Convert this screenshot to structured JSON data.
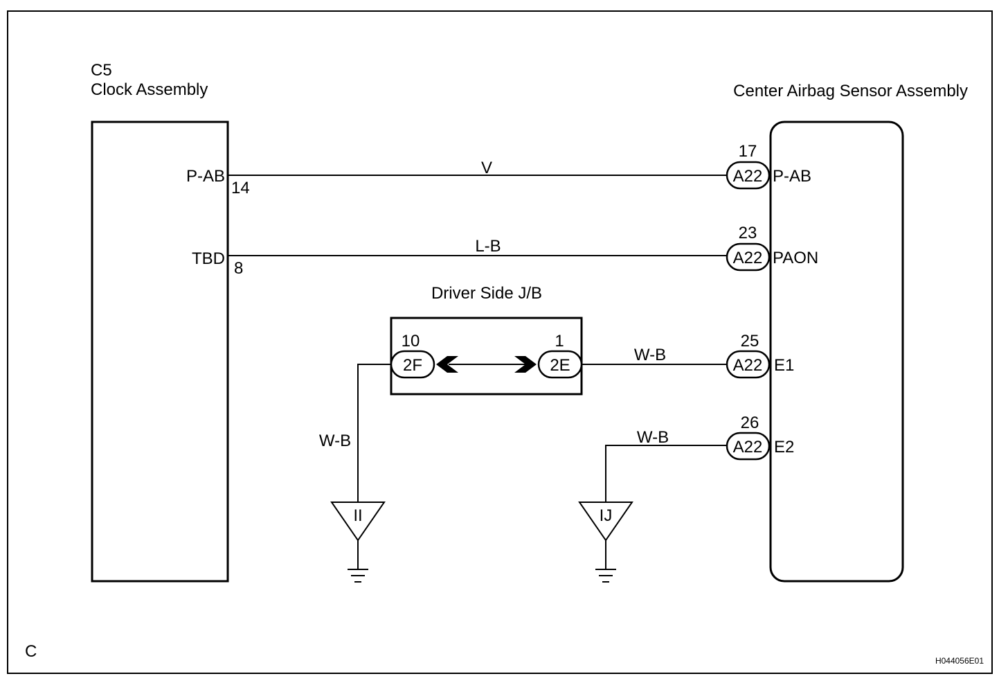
{
  "corner_label": "C",
  "figure_code": "H044056E01",
  "clock_assembly": {
    "code": "C5",
    "name": "Clock Assembly",
    "terminals": [
      {
        "name": "P-AB",
        "pin": "14"
      },
      {
        "name": "TBD",
        "pin": "8"
      }
    ]
  },
  "airbag_sensor": {
    "name": "Center Airbag Sensor Assembly",
    "connectors": [
      {
        "connector": "A22",
        "pin": "17",
        "terminal": "P-AB"
      },
      {
        "connector": "A22",
        "pin": "23",
        "terminal": "PAON"
      },
      {
        "connector": "A22",
        "pin": "25",
        "terminal": "E1"
      },
      {
        "connector": "A22",
        "pin": "26",
        "terminal": "E2"
      }
    ]
  },
  "junction_block": {
    "name": "Driver Side J/B",
    "left_connector": {
      "connector": "2F",
      "pin": "10"
    },
    "right_connector": {
      "connector": "2E",
      "pin": "1"
    }
  },
  "wires": [
    {
      "color": "V"
    },
    {
      "color": "L-B"
    },
    {
      "color": "W-B"
    },
    {
      "color": "W-B"
    },
    {
      "color": "W-B"
    }
  ],
  "grounds": [
    {
      "label": "II"
    },
    {
      "label": "IJ"
    }
  ]
}
